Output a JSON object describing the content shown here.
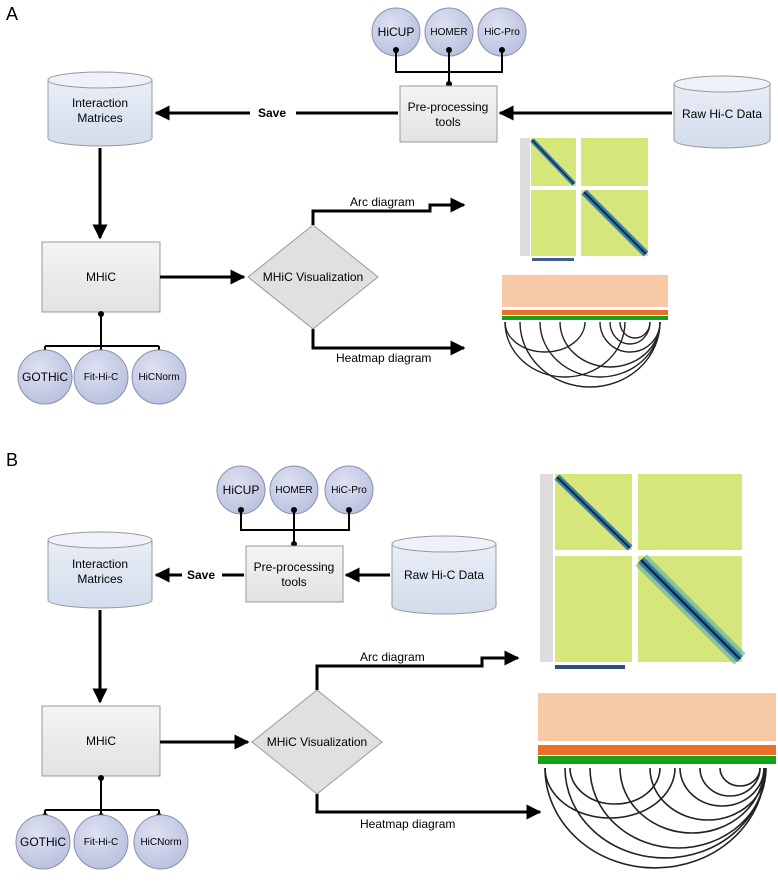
{
  "panels": [
    {
      "letter": "A",
      "tools": [
        "HiCUP",
        "HOMER",
        "HiC-Pro"
      ],
      "preprocess": [
        "Pre-processing",
        "tools"
      ],
      "raw_data": "Raw Hi-C Data",
      "save": "Save",
      "interaction": [
        "Interaction",
        "Matrices"
      ],
      "mhic": "MHiC",
      "visualization": "MHiC Visualization",
      "arc_diagram": "Arc diagram",
      "heatmap_diagram": "Heatmap diagram",
      "normalizers": [
        "GOTHiC",
        "Fit-Hi-C",
        "HiCNorm"
      ]
    },
    {
      "letter": "B",
      "tools": [
        "HiCUP",
        "HOMER",
        "HiC-Pro"
      ],
      "preprocess": [
        "Pre-processing",
        "tools"
      ],
      "raw_data": "Raw Hi-C Data",
      "save": "Save",
      "interaction": [
        "Interaction",
        "Matrices"
      ],
      "mhic": "MHiC",
      "visualization": "MHiC Visualization",
      "arc_diagram": "Arc diagram",
      "heatmap_diagram": "Heatmap diagram",
      "normalizers": [
        "GOTHiC",
        "Fit-Hi-C",
        "HiCNorm"
      ]
    }
  ],
  "colors": {
    "node_fill": "#eeeeee",
    "cylinder_fill": "#dce4f0",
    "circle_fill": "#c9cfe6",
    "heatmap_bg": "#d6e67a",
    "diag_dark": "#0b2a4a",
    "track_orange": "#e8702a",
    "track_green": "#19a019",
    "arc_color": "#222222"
  }
}
